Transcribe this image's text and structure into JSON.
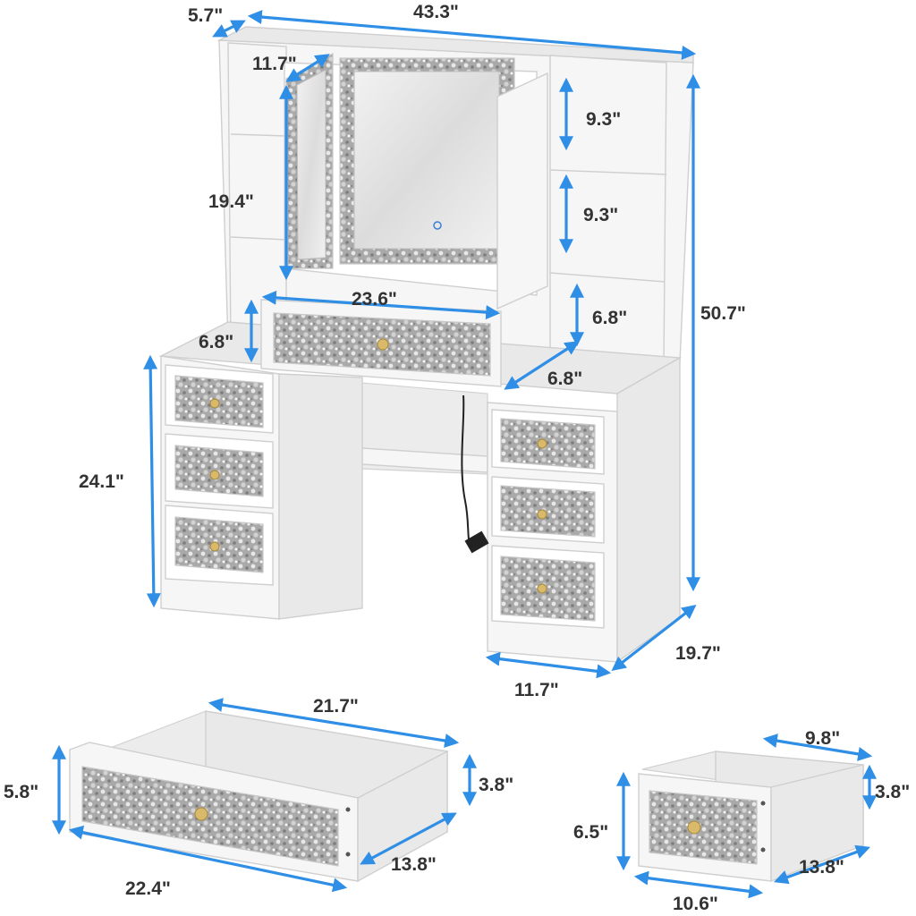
{
  "diagram": {
    "dimensions": {
      "depth_top": "5.7\"",
      "total_width": "43.3\"",
      "side_mirror_width": "11.7\"",
      "upper_shelf_height": "9.3\"",
      "middle_shelf_height": "9.3\"",
      "mirror_height": "19.4\"",
      "center_drawer_width": "23.6\"",
      "lower_shelf_height": "6.8\"",
      "center_drawer_height": "6.8\"",
      "shelf_depth": "6.8\"",
      "total_height": "50.7\"",
      "desk_height": "24.1\"",
      "total_depth": "19.7\"",
      "cabinet_width": "11.7\"",
      "large_drawer_inner_width": "21.7\"",
      "large_drawer_height": "5.8\"",
      "large_drawer_inner_height": "3.8\"",
      "large_drawer_width": "22.4\"",
      "large_drawer_depth": "13.8\"",
      "small_drawer_inner_width": "9.8\"",
      "small_drawer_inner_height": "3.8\"",
      "small_drawer_height": "6.5\"",
      "small_drawer_depth": "13.8\"",
      "small_drawer_width": "10.6\""
    },
    "colors": {
      "dimension_arrow": "#2f8ee5",
      "label_text": "#333333",
      "furniture_white": "#f6f6f6",
      "knob_gold": "#d9b96a"
    }
  }
}
